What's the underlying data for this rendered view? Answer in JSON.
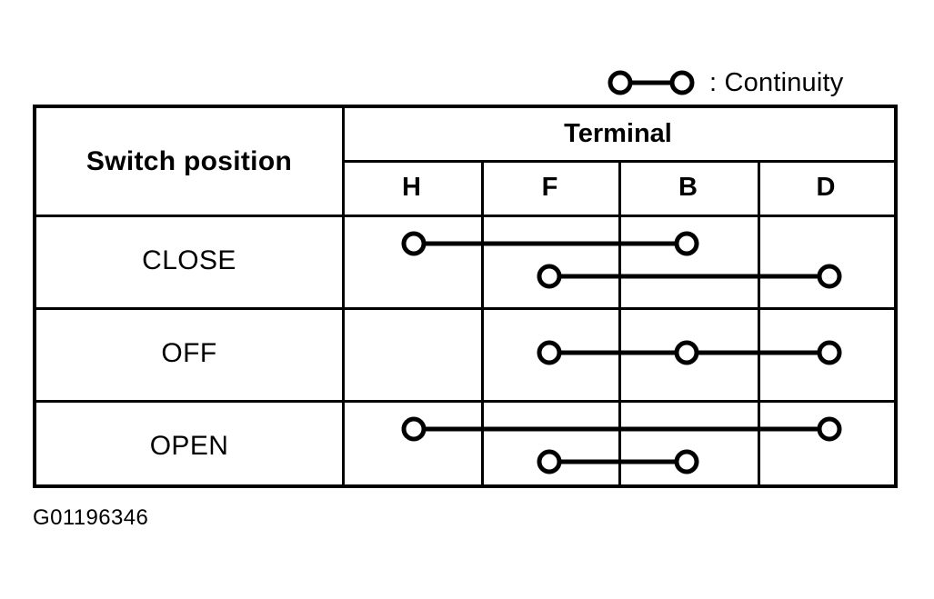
{
  "legend": {
    "symbol_icon": "continuity-symbol",
    "text": ": Continuity"
  },
  "table": {
    "row_header_label": "Switch position",
    "group_header_label": "Terminal",
    "terminals": [
      "H",
      "F",
      "B",
      "D"
    ],
    "rows": [
      {
        "label": "CLOSE",
        "connections": [
          {
            "terminals": [
              "H",
              "B"
            ],
            "track": "upper"
          },
          {
            "terminals": [
              "F",
              "D"
            ],
            "track": "lower"
          }
        ]
      },
      {
        "label": "OFF",
        "connections": [
          {
            "terminals": [
              "F",
              "B",
              "D"
            ],
            "track": "middle"
          }
        ]
      },
      {
        "label": "OPEN",
        "connections": [
          {
            "terminals": [
              "H",
              "D"
            ],
            "track": "upper"
          },
          {
            "terminals": [
              "F",
              "B"
            ],
            "track": "lower"
          }
        ]
      }
    ]
  },
  "caption": "G01196346",
  "colors": {
    "ink": "#000000",
    "paper": "#ffffff"
  }
}
